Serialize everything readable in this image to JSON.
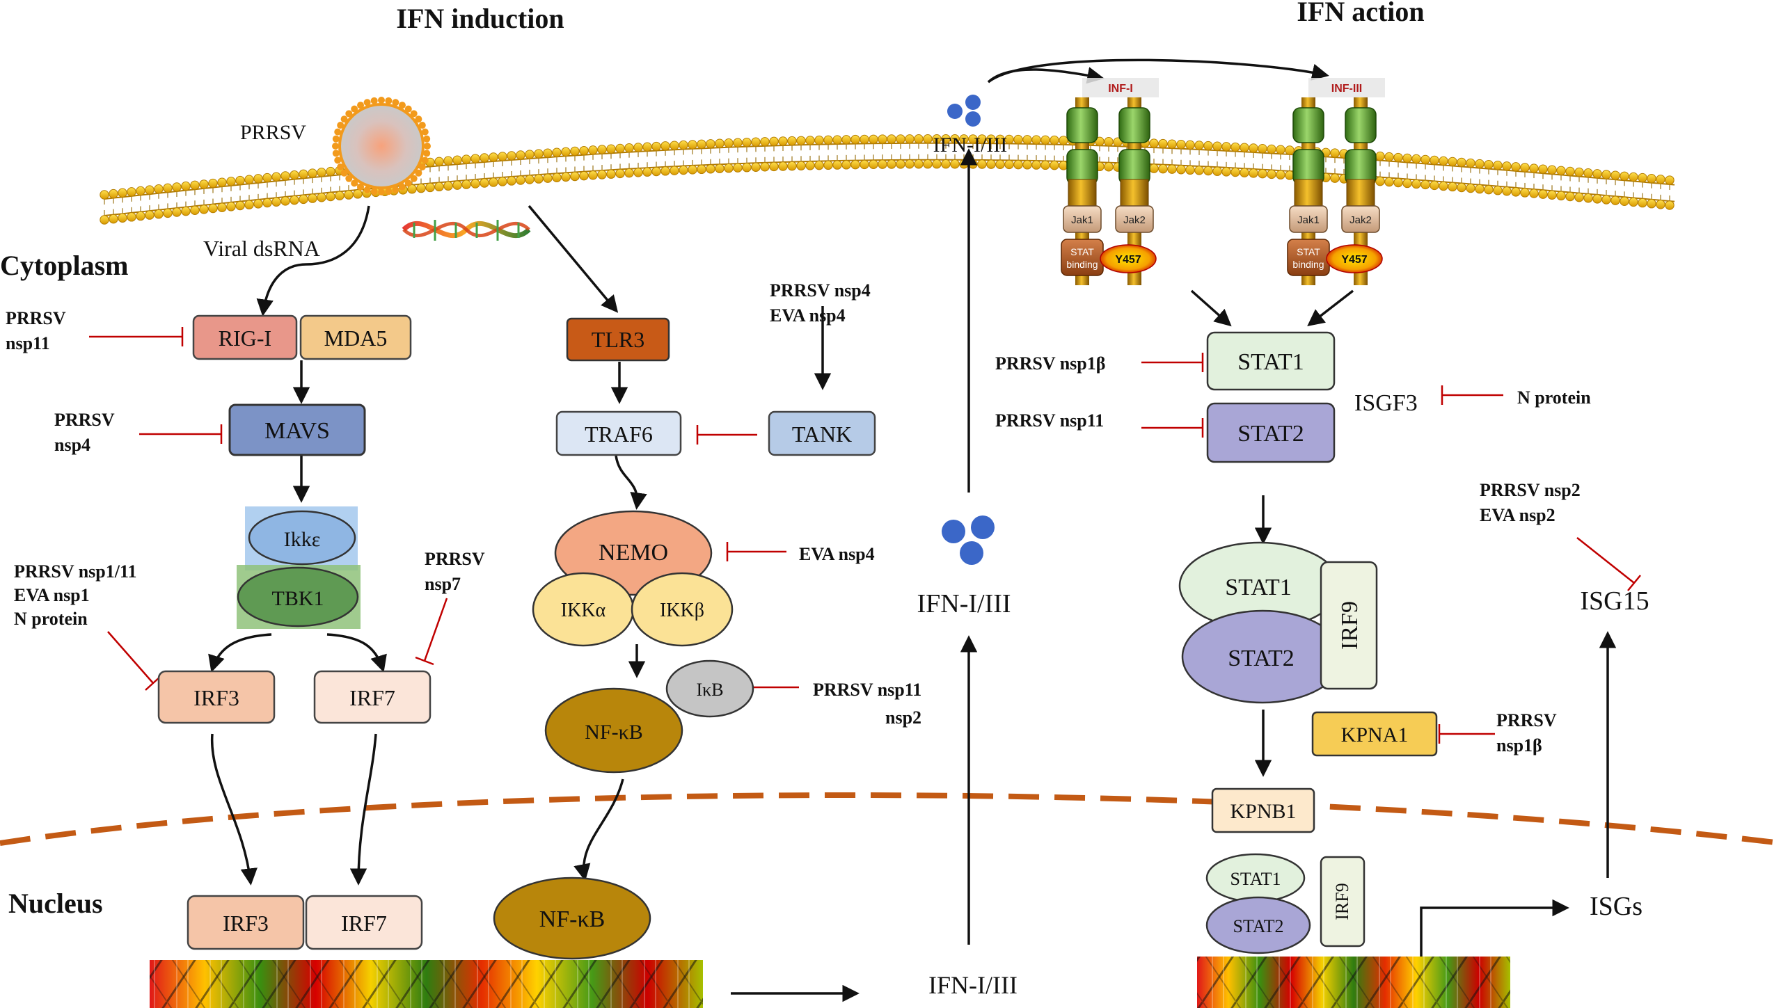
{
  "titles": {
    "left": "IFN induction",
    "right": "IFN action"
  },
  "regions": {
    "cytoplasm": "Cytoplasm",
    "nucleus": "Nucleus"
  },
  "virus": {
    "label": "PRRSV",
    "dsrna": "Viral dsRNA"
  },
  "induction": {
    "rig_i": "RIG-I",
    "mda5": "MDA5",
    "mavs": "MAVS",
    "ikke": "Ikkε",
    "tbk1": "TBK1",
    "irf3": "IRF3",
    "irf7": "IRF7",
    "tlr3": "TLR3",
    "traf6": "TRAF6",
    "tank": "TANK",
    "nemo": "NEMO",
    "ikka": "IKKα",
    "ikkb": "IKKβ",
    "ikb": "IκB",
    "nfkb": "NF-κB",
    "nuc_irf3": "IRF3",
    "nuc_irf7": "IRF7",
    "nuc_nfkb": "NF-κB"
  },
  "inhibitors": {
    "rig": [
      "PRRSV",
      "nsp11"
    ],
    "mavs": [
      "PRRSV",
      "nsp4"
    ],
    "irf3": [
      "PRRSV nsp1/11",
      "EVA nsp1",
      "N protein"
    ],
    "irf7": [
      "PRRSV",
      "nsp7"
    ],
    "tank": [
      "PRRSV nsp4",
      "EVA nsp4"
    ],
    "nemo": "EVA nsp4",
    "ikb": [
      "PRRSV nsp11",
      "nsp2"
    ],
    "stat1": "PRRSV nsp1β",
    "stat2": "PRRSV nsp11",
    "isgf3": "N protein",
    "isg15": [
      "PRRSV nsp2",
      "EVA nsp2"
    ],
    "kpna1": [
      "PRRSV",
      "nsp1β"
    ]
  },
  "action": {
    "ifn_top": "IFN-I/III",
    "ifn_mid": "IFN-I/III",
    "ifn_bottom": "IFN-I/III",
    "receptor1_tag": "INF-I",
    "receptor2_tag": "INF-III",
    "jak1": "Jak1",
    "jak2": "Jak2",
    "stat_binding": [
      "STAT",
      "binding"
    ],
    "y457": "Y457",
    "stat1": "STAT1",
    "stat2": "STAT2",
    "isgf3": "ISGF3",
    "c_stat1": "STAT1",
    "c_stat2": "STAT2",
    "irf9": "IRF9",
    "kpna1": "KPNA1",
    "kpnb1": "KPNB1",
    "n_stat1": "STAT1",
    "n_stat2": "STAT2",
    "n_irf9": "IRF9",
    "isgs": "ISGs",
    "isg15": "ISG15"
  },
  "colors": {
    "rig": "#e8978a",
    "mda5": "#f3c98a",
    "mavs": "#7c93c6",
    "tlr3": "#c85a17",
    "traf6": "#dce6f4",
    "tank": "#b6cbe7",
    "nemo": "#f3a783",
    "ikk": "#fbe296",
    "ikb": "#c5c5c5",
    "nfkb": "#b8860b",
    "irf3": "#f5c5a8",
    "irf7": "#fbe5d9",
    "stat1": "#e2f1dd",
    "stat2": "#a9a6d6",
    "irf9": "#eef3e1",
    "kpna1": "#f6cc55",
    "kpnb1": "#fde9cc",
    "ifn": "#3b67c8",
    "membrane": "#e3a314",
    "inhibit": "#c00000"
  }
}
